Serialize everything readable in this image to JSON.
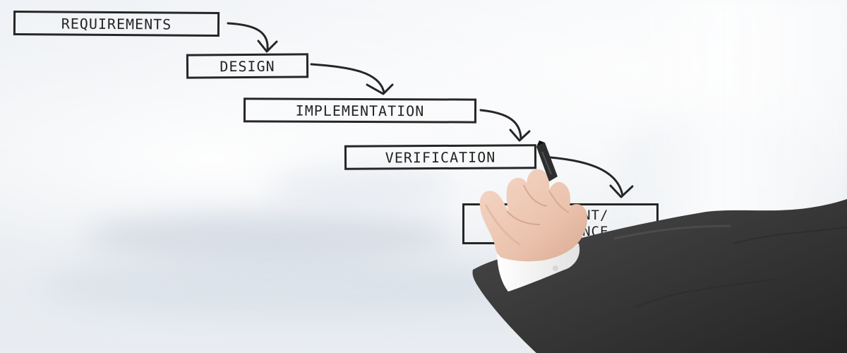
{
  "scene": {
    "description": "Businessman's hand drawing a waterfall diagram on a transparent surface",
    "background_color": "#e7ebf0"
  },
  "diagram": {
    "steps": [
      {
        "label": "REQUIREMENTS"
      },
      {
        "label": "DESIGN"
      },
      {
        "label": "IMPLEMENTATION"
      },
      {
        "label": "VERIFICATION"
      },
      {
        "lines": [
          "DEPLOYMENT/",
          "MAINTENANCE"
        ]
      }
    ],
    "ink_color": "#262626"
  },
  "person": {
    "sleeve_color": "#3b3b3b",
    "cuff_color": "#f5f5f5",
    "skin_color": "#efcbb8",
    "marker_color": "#2e2e2e"
  }
}
